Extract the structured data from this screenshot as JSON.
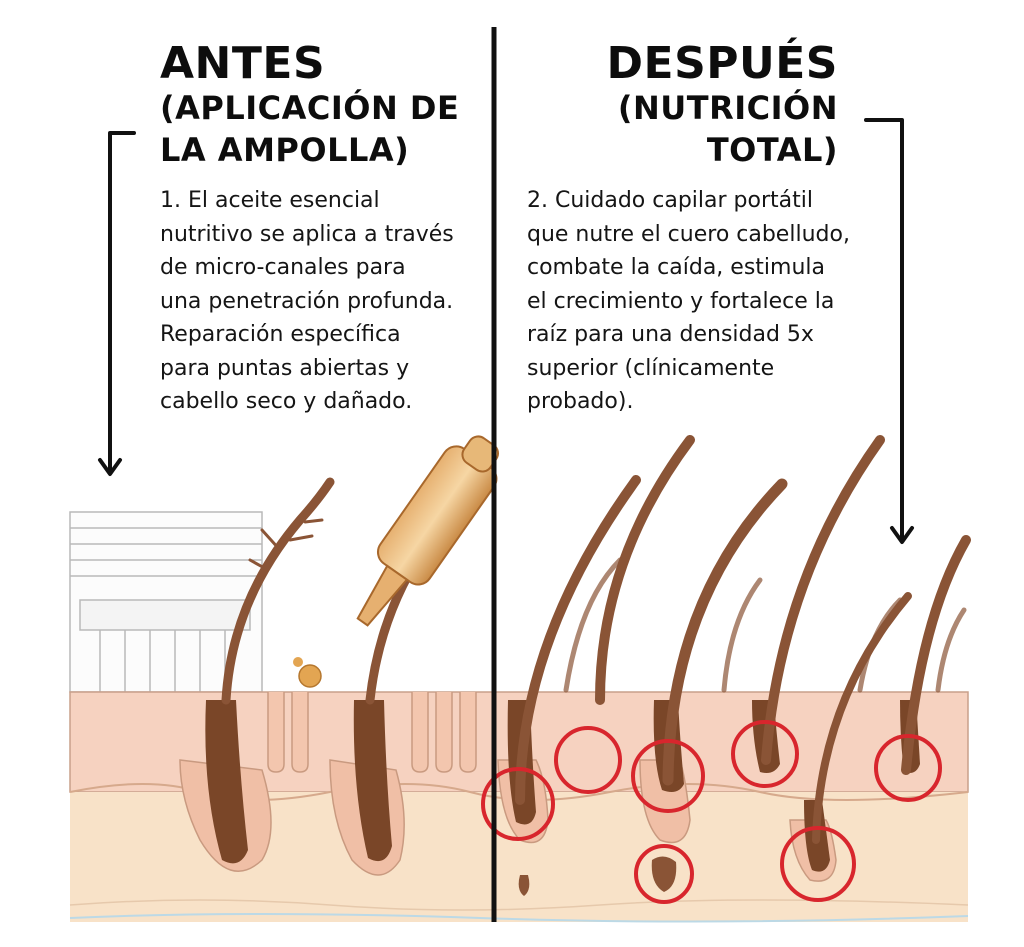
{
  "left": {
    "title": "ANTES",
    "subtitle_lines": [
      "(APLICACIÓN DE",
      "LA AMPOLLA)"
    ],
    "body_lines": [
      "1. El aceite esencial",
      "nutritivo se aplica a través",
      "de micro-canales para",
      "una penetración profunda.",
      "Reparación específica",
      "para puntas abiertas y",
      "cabello seco y dañado."
    ]
  },
  "right": {
    "title": "DESPUÉS",
    "subtitle_lines": [
      "(NUTRICIÓN",
      "TOTAL)"
    ],
    "body_lines": [
      "2. Cuidado capilar portátil",
      "que nutre el cuero cabelludo,",
      "combate la caída, estimula",
      "el crecimiento y fortalece la",
      "raíz para una densidad 5x",
      "superior (clínicamente",
      "probado)."
    ]
  },
  "colors": {
    "skin_top": "#f6d2c0",
    "skin_bottom": "#f8e2c8",
    "hair": "#8a5436",
    "follicle": "#7a4628",
    "highlight_circle": "#d8262d",
    "ampoule": "#d49a55"
  }
}
